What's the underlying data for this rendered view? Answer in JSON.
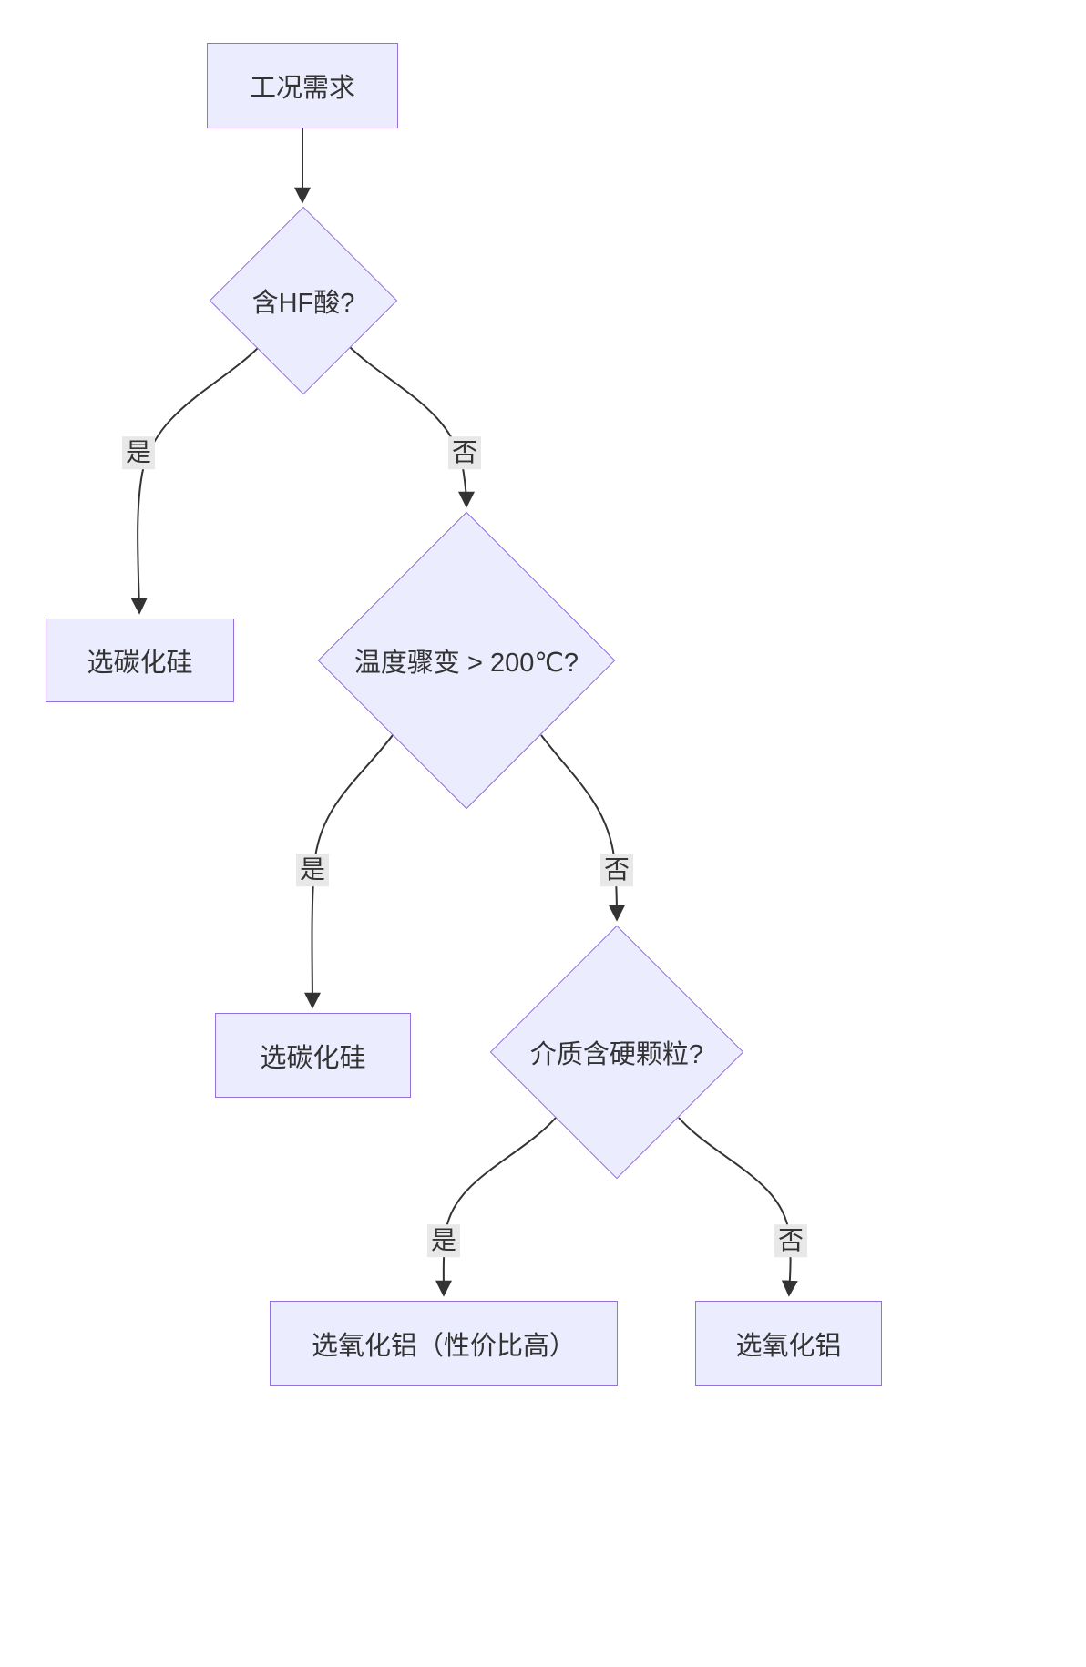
{
  "diagram": {
    "type": "flowchart",
    "nodes": {
      "start": {
        "label": "工况需求"
      },
      "q_hf": {
        "label": "含HF酸?"
      },
      "sic1": {
        "label": "选碳化硅"
      },
      "q_temp": {
        "label": "温度骤变 > 200℃?"
      },
      "sic2": {
        "label": "选碳化硅"
      },
      "q_particles": {
        "label": "介质含硬颗粒?"
      },
      "alumina_value": {
        "label": "选氧化铝（性价比高）"
      },
      "alumina": {
        "label": "选氧化铝"
      }
    },
    "edge_labels": {
      "yes1": "是",
      "no1": "否",
      "yes2": "是",
      "no2": "否",
      "yes3": "是",
      "no3": "否"
    },
    "colors": {
      "node_fill": "#ECECFF",
      "node_border": "#9370DB",
      "edge": "#333333",
      "label_bg": "#e8e8e8",
      "text": "#333333"
    }
  }
}
